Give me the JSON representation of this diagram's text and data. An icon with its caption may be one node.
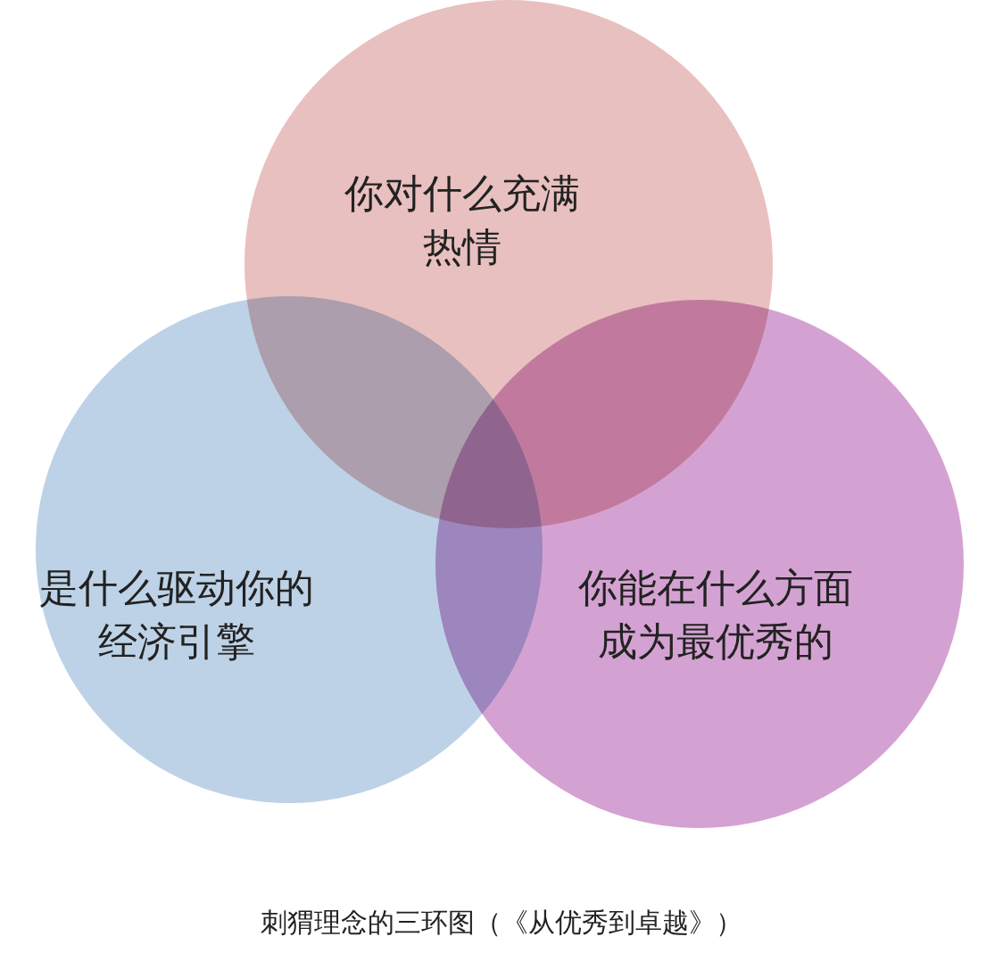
{
  "diagram": {
    "caption": "刺猬理念的三环图（《从优秀到卓越》）",
    "nodes": [
      {
        "text": [
          "你对什么充满热情"
        ]
      },
      {
        "text": [
          "是什么驱动你的经济引擎"
        ]
      },
      {
        "text": [
          "你能在什么方面成为最优秀的"
        ]
      }
    ]
  }
}
